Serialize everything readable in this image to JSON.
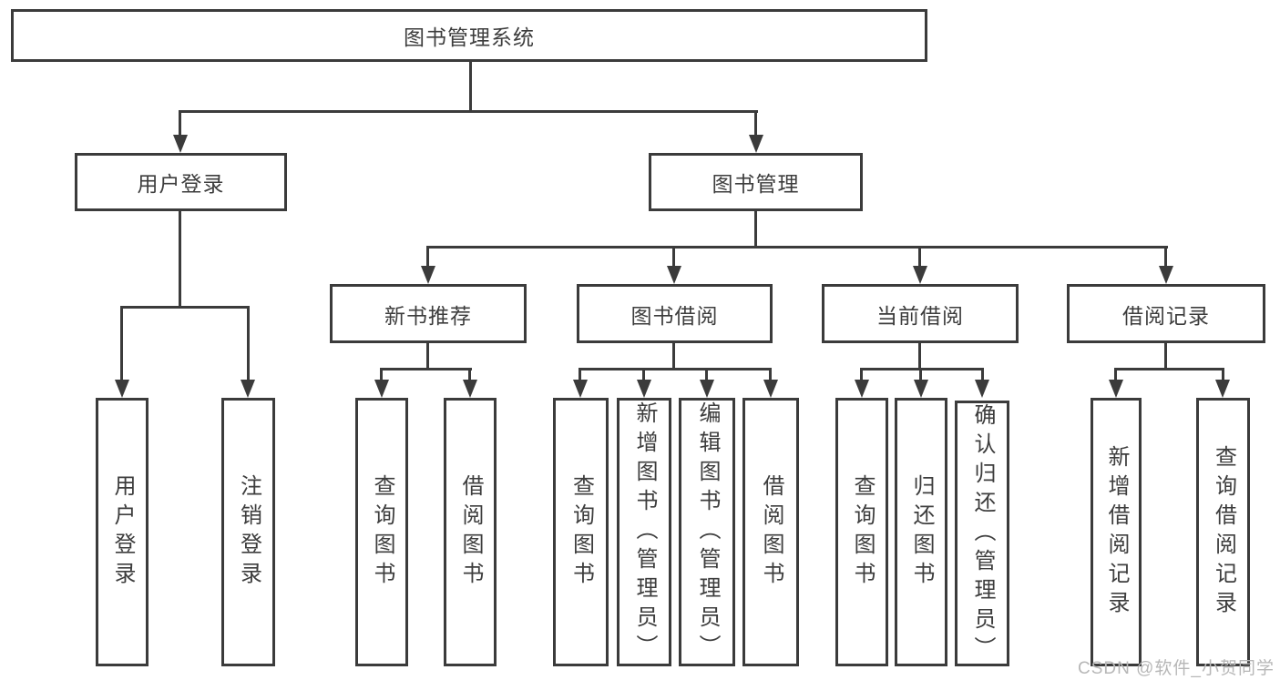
{
  "colors": {
    "line": "#3b3b3b",
    "text": "#3d3d3d",
    "watermark": "#b7b7b7",
    "background": "#ffffff"
  },
  "watermark": "CSDN @软件_小贺同学",
  "nodes": {
    "root": {
      "label": "图书管理系统"
    },
    "user_login": {
      "label": "用户登录"
    },
    "book_mgmt": {
      "label": "图书管理"
    },
    "new_book_rec": {
      "label": "新书推荐"
    },
    "book_borrow": {
      "label": "图书借阅"
    },
    "current_borrow": {
      "label": "当前借阅"
    },
    "borrow_records": {
      "label": "借阅记录"
    },
    "leaf_user_login": {
      "label": "用户登录"
    },
    "leaf_logout": {
      "label": "注销登录"
    },
    "leaf_query_books_rec": {
      "label": "查询图书"
    },
    "leaf_borrow_books_rec": {
      "label": "借阅图书"
    },
    "leaf_query_books_borrow": {
      "label": "查询图书"
    },
    "leaf_add_books": {
      "label": "新增图书（管理员）"
    },
    "leaf_edit_books": {
      "label": "编辑图书（管理员）"
    },
    "leaf_borrow_books_borrow": {
      "label": "借阅图书"
    },
    "leaf_query_books_current": {
      "label": "查询图书"
    },
    "leaf_return_books": {
      "label": "归还图书"
    },
    "leaf_confirm_return": {
      "label": "确认归还（管理员）"
    },
    "leaf_add_borrow_record": {
      "label": "新增借阅记录"
    },
    "leaf_query_borrow_record": {
      "label": "查询借阅记录"
    }
  },
  "hierarchy": {
    "图书管理系统": {
      "用户登录": [
        "用户登录",
        "注销登录"
      ],
      "图书管理": {
        "新书推荐": [
          "查询图书",
          "借阅图书"
        ],
        "图书借阅": [
          "查询图书",
          "新增图书（管理员）",
          "编辑图书（管理员）",
          "借阅图书"
        ],
        "当前借阅": [
          "查询图书",
          "归还图书",
          "确认归还（管理员）"
        ],
        "借阅记录": [
          "新增借阅记录",
          "查询借阅记录"
        ]
      }
    }
  }
}
